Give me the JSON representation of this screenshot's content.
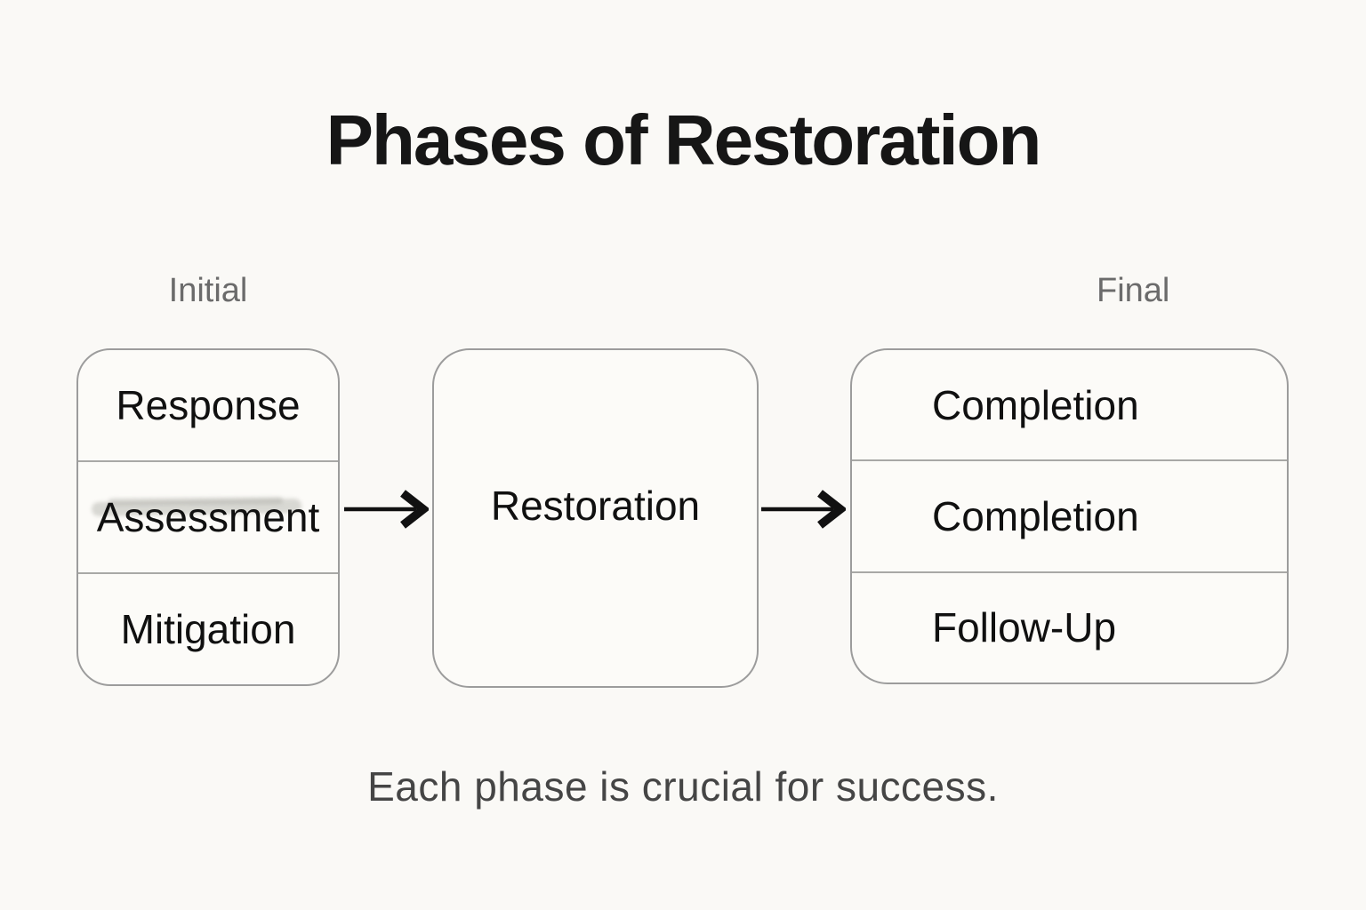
{
  "title": "Phases of Restoration",
  "caption": "Each phase is crucial for success.",
  "left_group": {
    "label": "Initial",
    "items": [
      "Response",
      "Assessment",
      "Mitigation"
    ]
  },
  "center_group": {
    "label": "Restoration"
  },
  "right_group": {
    "label": "Final",
    "items": [
      "Completion",
      "Completion",
      "Follow-Up"
    ]
  },
  "icons": {
    "arrow_1": "arrow-right-icon",
    "arrow_2": "arrow-right-icon",
    "highlight": "gray-highlighter-smudge"
  },
  "colors": {
    "background": "#FAF9F6",
    "box_fill": "#FCFBF8",
    "box_border": "#9C9C9C",
    "divider": "#A8A8A6",
    "title_text": "#161616",
    "item_text": "#101010",
    "group_label_text": "#6B6B6B",
    "caption_text": "#454545",
    "arrow": "#111111",
    "highlight": "rgba(168,168,160,0.42)"
  }
}
